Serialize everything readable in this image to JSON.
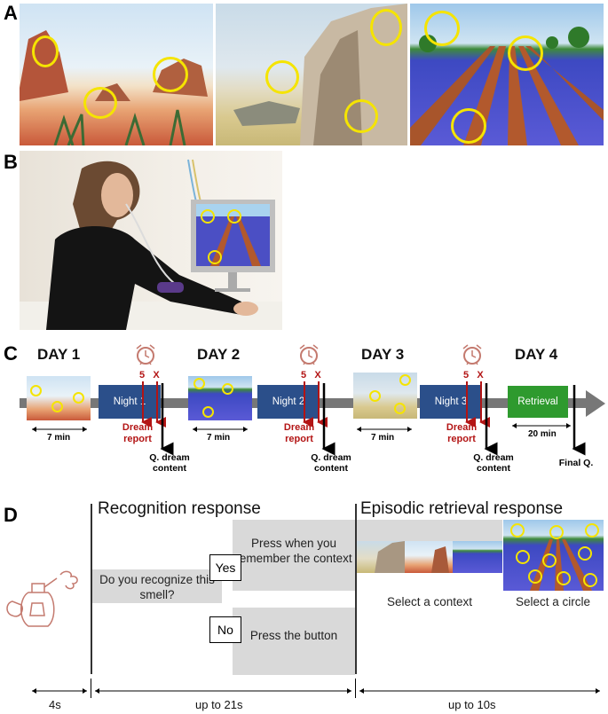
{
  "panels": {
    "a": "A",
    "b": "B",
    "c": "C",
    "d": "D"
  },
  "timeline": {
    "days": [
      "DAY 1",
      "DAY 2",
      "DAY 3",
      "DAY 4"
    ],
    "nights": [
      "Night 1",
      "Night 2",
      "Night 3"
    ],
    "retrieval": "Retrieval",
    "alarm_five": "5",
    "alarm_x": "X",
    "dream_report": "Dream report",
    "q_dream": "Q. dream content",
    "final_q": "Final Q.",
    "dur_encoding": "7 min",
    "dur_retrieval": "20 min"
  },
  "task": {
    "recognition_heading": "Recognition response",
    "episodic_heading": "Episodic retrieval response",
    "question": "Do you recognize this smell?",
    "yes": "Yes",
    "no": "No",
    "press_remember": "Press when you remember the context",
    "press_button": "Press the button",
    "select_context": "Select a context",
    "select_circle": "Select a circle",
    "time_odor": "4s",
    "time_recognition": "up to 21s",
    "time_episodic": "up to 10s"
  },
  "colors": {
    "night_box": "#2b4f8a",
    "retrieval_box": "#2e9a2e",
    "red_text": "#b31414",
    "circle_yellow": "#f5e400",
    "grey_panel": "#d9d9d9"
  }
}
